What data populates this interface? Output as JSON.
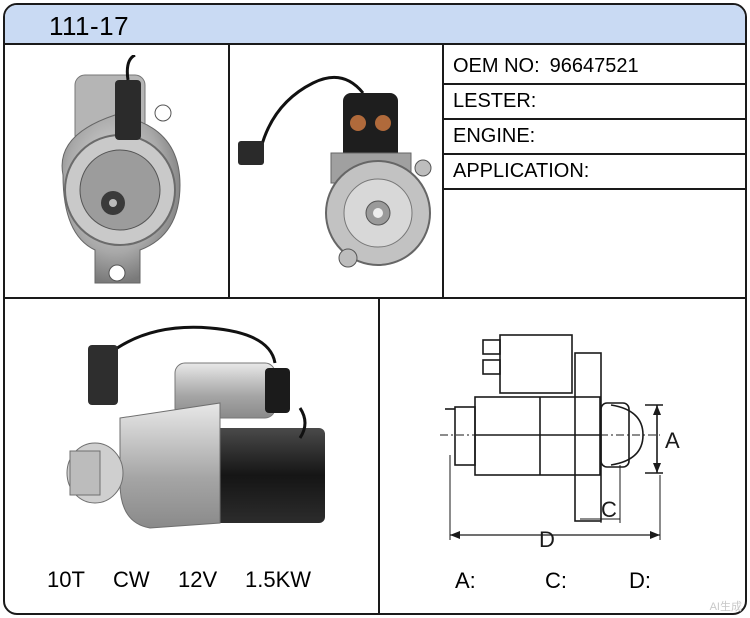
{
  "header": {
    "title": "111-17"
  },
  "specs": [
    {
      "label": "OEM NO:",
      "value": "96647521"
    },
    {
      "label": "LESTER:",
      "value": ""
    },
    {
      "label": "ENGINE:",
      "value": ""
    },
    {
      "label": "APPLICATION:",
      "value": ""
    }
  ],
  "captions": [
    "10T",
    "CW",
    "12V",
    "1.5KW"
  ],
  "diagram": {
    "dim_a": "A",
    "dim_c": "C",
    "dim_d": "D"
  },
  "dimension_labels": [
    "A:",
    "C:",
    "D:"
  ],
  "watermark": "AI生成",
  "colors": {
    "header_bg": "#c9daf3",
    "border": "#1a1a1a"
  }
}
